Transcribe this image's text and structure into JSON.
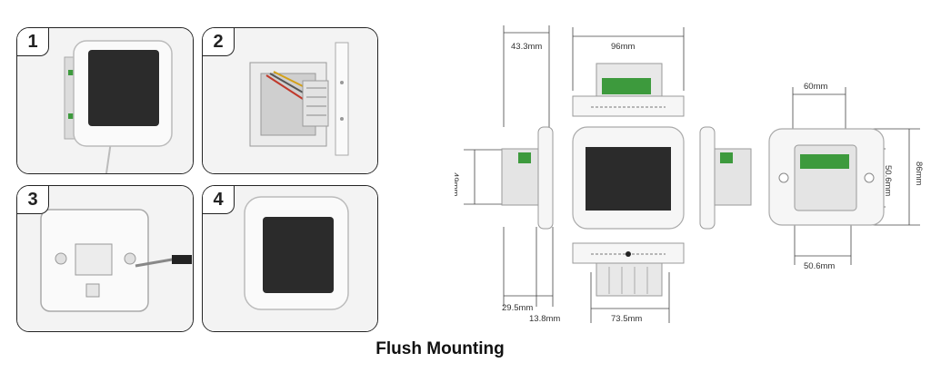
{
  "steps": [
    {
      "label": "1"
    },
    {
      "label": "2"
    },
    {
      "label": "3"
    },
    {
      "label": "4"
    }
  ],
  "dimensions": {
    "side_depth": "43.3mm",
    "top_width": "96mm",
    "front_height": "49mm",
    "bottom_depth_a": "29.5mm",
    "bottom_depth_b": "13.8mm",
    "bottom_width": "73.5mm",
    "back_top_width": "60mm",
    "back_height": "86mm",
    "back_inner_height": "50.6mm",
    "back_bottom_width": "50.6mm"
  },
  "caption": "Flush Mounting",
  "colors": {
    "screen": "#2b2b2b",
    "terminal_green": "#3d9a3d",
    "body_white": "#f2f2f2"
  }
}
